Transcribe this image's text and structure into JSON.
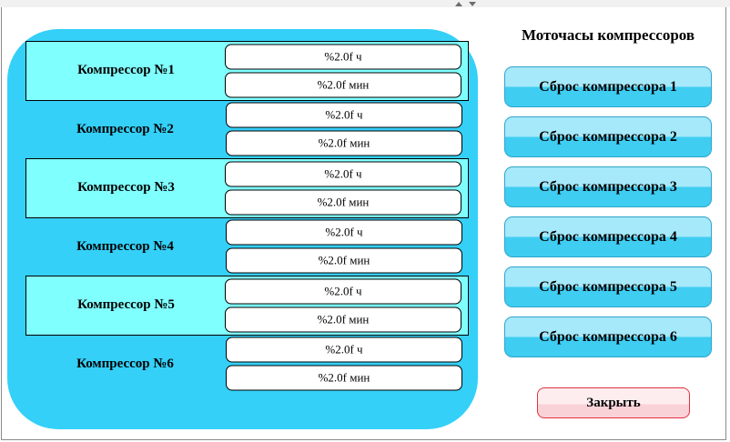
{
  "colors": {
    "panel_cyan": "#34d0f8",
    "row_highlight": "#80ffff",
    "field_bg": "#ffffff",
    "reset_button_top": "#a5e9fa",
    "reset_button_bottom": "#3fcdf2",
    "reset_button_border": "#2fa5c8",
    "close_button_top": "#fdedee",
    "close_button_bottom": "#f9d2d8",
    "close_button_border": "#e5323e"
  },
  "icons": {
    "scroll_up": "triangle-up",
    "scroll_down": "triangle-down"
  },
  "panel": {
    "rows": [
      {
        "label": "Компрессор №1",
        "hours": "%2.0f ч",
        "minutes": "%2.0f мин",
        "highlight": true
      },
      {
        "label": "Компрессор №2",
        "hours": "%2.0f ч",
        "minutes": "%2.0f мин",
        "highlight": false
      },
      {
        "label": "Компрессор №3",
        "hours": "%2.0f ч",
        "minutes": "%2.0f мин",
        "highlight": true
      },
      {
        "label": "Компрессор №4",
        "hours": "%2.0f ч",
        "minutes": "%2.0f мин",
        "highlight": false
      },
      {
        "label": "Компрессор №5",
        "hours": "%2.0f ч",
        "minutes": "%2.0f мин",
        "highlight": true
      },
      {
        "label": "Компрессор №6",
        "hours": "%2.0f ч",
        "minutes": "%2.0f мин",
        "highlight": false
      }
    ]
  },
  "right": {
    "title": "Моточасы компрессоров",
    "reset_buttons": [
      "Сброс компрессора 1",
      "Сброс компрессора 2",
      "Сброс компрессора 3",
      "Сброс компрессора 4",
      "Сброс компрессора 5",
      "Сброс компрессора 6"
    ],
    "close_label": "Закрыть"
  }
}
